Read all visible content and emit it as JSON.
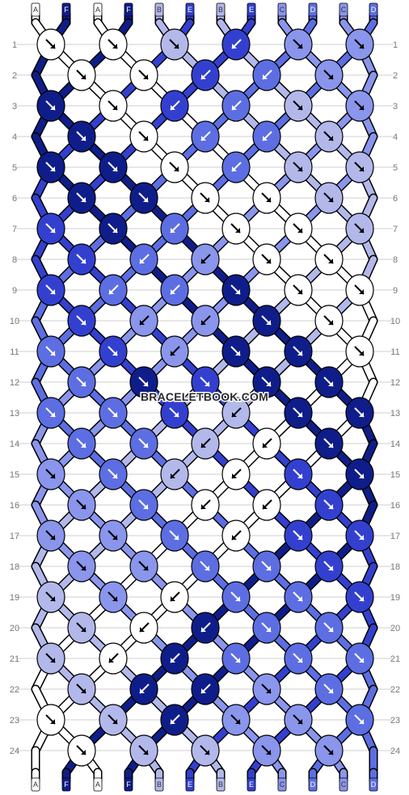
{
  "pattern": {
    "strings_top": [
      "A",
      "F",
      "A",
      "F",
      "B",
      "E",
      "B",
      "E",
      "C",
      "D",
      "C",
      "D"
    ],
    "strings_bottom": [
      "A",
      "F",
      "A",
      "F",
      "B",
      "E",
      "B",
      "E",
      "C",
      "D",
      "C",
      "D"
    ],
    "row_numbers": [
      "1",
      "2",
      "3",
      "4",
      "5",
      "6",
      "7",
      "8",
      "9",
      "10",
      "11",
      "12",
      "13",
      "14",
      "15",
      "16",
      "17",
      "18",
      "19",
      "20",
      "21",
      "22",
      "23",
      "24"
    ],
    "watermark": "BRACELETBOOK.COM",
    "colors": {
      "A": "#ffffff",
      "B": "#b3b8eb",
      "C": "#8a95ec",
      "D": "#5c6ee2",
      "E": "#3340cf",
      "F": "#0f1d8a"
    },
    "knots": [
      [
        [
          "A",
          "R"
        ],
        [
          "A",
          "R"
        ],
        [
          "B",
          "R"
        ],
        [
          "E",
          "L"
        ],
        [
          "C",
          "R"
        ],
        [
          "C",
          "R"
        ]
      ],
      [
        [
          "A",
          "R"
        ],
        [
          "A",
          "R"
        ],
        [
          "E",
          "L"
        ],
        [
          "D",
          "L"
        ],
        [
          "C",
          "R"
        ]
      ],
      [
        [
          "F",
          "R"
        ],
        [
          "A",
          "R"
        ],
        [
          "E",
          "L"
        ],
        [
          "D",
          "L"
        ],
        [
          "B",
          "R"
        ],
        [
          "C",
          "R"
        ]
      ],
      [
        [
          "F",
          "R"
        ],
        [
          "A",
          "R"
        ],
        [
          "D",
          "L"
        ],
        [
          "D",
          "L"
        ],
        [
          "B",
          "R"
        ]
      ],
      [
        [
          "F",
          "R"
        ],
        [
          "F",
          "R"
        ],
        [
          "A",
          "R"
        ],
        [
          "D",
          "L"
        ],
        [
          "B",
          "R"
        ],
        [
          "B",
          "R"
        ]
      ],
      [
        [
          "F",
          "R"
        ],
        [
          "F",
          "R"
        ],
        [
          "A",
          "R"
        ],
        [
          "A",
          "R"
        ],
        [
          "B",
          "R"
        ]
      ],
      [
        [
          "E",
          "R"
        ],
        [
          "F",
          "R"
        ],
        [
          "D",
          "L"
        ],
        [
          "A",
          "R"
        ],
        [
          "A",
          "R"
        ],
        [
          "B",
          "R"
        ]
      ],
      [
        [
          "E",
          "R"
        ],
        [
          "D",
          "L"
        ],
        [
          "C",
          "L"
        ],
        [
          "A",
          "R"
        ],
        [
          "A",
          "R"
        ]
      ],
      [
        [
          "E",
          "R"
        ],
        [
          "D",
          "L"
        ],
        [
          "D",
          "L"
        ],
        [
          "F",
          "R"
        ],
        [
          "A",
          "R"
        ],
        [
          "A",
          "R"
        ]
      ],
      [
        [
          "E",
          "R"
        ],
        [
          "C",
          "L"
        ],
        [
          "C",
          "L"
        ],
        [
          "F",
          "R"
        ],
        [
          "A",
          "R"
        ]
      ],
      [
        [
          "D",
          "R"
        ],
        [
          "E",
          "R"
        ],
        [
          "C",
          "L"
        ],
        [
          "F",
          "R"
        ],
        [
          "F",
          "R"
        ],
        [
          "A",
          "R"
        ]
      ],
      [
        [
          "D",
          "R"
        ],
        [
          "F",
          "R"
        ],
        [
          "E",
          "R"
        ],
        [
          "F",
          "R"
        ],
        [
          "F",
          "R"
        ]
      ],
      [
        [
          "D",
          "R"
        ],
        [
          "D",
          "R"
        ],
        [
          "E",
          "R"
        ],
        [
          "B",
          "L"
        ],
        [
          "F",
          "R"
        ],
        [
          "F",
          "R"
        ]
      ],
      [
        [
          "D",
          "R"
        ],
        [
          "D",
          "R"
        ],
        [
          "B",
          "L"
        ],
        [
          "A",
          "L"
        ],
        [
          "F",
          "R"
        ]
      ],
      [
        [
          "C",
          "R"
        ],
        [
          "D",
          "R"
        ],
        [
          "B",
          "L"
        ],
        [
          "A",
          "L"
        ],
        [
          "E",
          "R"
        ],
        [
          "F",
          "R"
        ]
      ],
      [
        [
          "C",
          "R"
        ],
        [
          "D",
          "R"
        ],
        [
          "A",
          "L"
        ],
        [
          "A",
          "L"
        ],
        [
          "E",
          "R"
        ]
      ],
      [
        [
          "C",
          "R"
        ],
        [
          "C",
          "R"
        ],
        [
          "D",
          "R"
        ],
        [
          "A",
          "L"
        ],
        [
          "E",
          "R"
        ],
        [
          "E",
          "R"
        ]
      ],
      [
        [
          "C",
          "R"
        ],
        [
          "C",
          "R"
        ],
        [
          "D",
          "R"
        ],
        [
          "D",
          "R"
        ],
        [
          "E",
          "R"
        ]
      ],
      [
        [
          "B",
          "R"
        ],
        [
          "C",
          "R"
        ],
        [
          "A",
          "L"
        ],
        [
          "D",
          "R"
        ],
        [
          "D",
          "R"
        ],
        [
          "E",
          "R"
        ]
      ],
      [
        [
          "B",
          "R"
        ],
        [
          "A",
          "L"
        ],
        [
          "F",
          "L"
        ],
        [
          "D",
          "R"
        ],
        [
          "D",
          "R"
        ]
      ],
      [
        [
          "B",
          "R"
        ],
        [
          "A",
          "L"
        ],
        [
          "F",
          "L"
        ],
        [
          "D",
          "R"
        ],
        [
          "D",
          "R"
        ],
        [
          "D",
          "R"
        ]
      ],
      [
        [
          "B",
          "R"
        ],
        [
          "F",
          "L"
        ],
        [
          "F",
          "L"
        ],
        [
          "C",
          "R"
        ],
        [
          "D",
          "R"
        ]
      ],
      [
        [
          "A",
          "R"
        ],
        [
          "B",
          "R"
        ],
        [
          "F",
          "L"
        ],
        [
          "C",
          "R"
        ],
        [
          "C",
          "R"
        ],
        [
          "D",
          "R"
        ]
      ],
      [
        [
          "A",
          "R"
        ],
        [
          "B",
          "R"
        ],
        [
          "B",
          "R"
        ],
        [
          "C",
          "R"
        ],
        [
          "C",
          "R"
        ]
      ]
    ]
  }
}
